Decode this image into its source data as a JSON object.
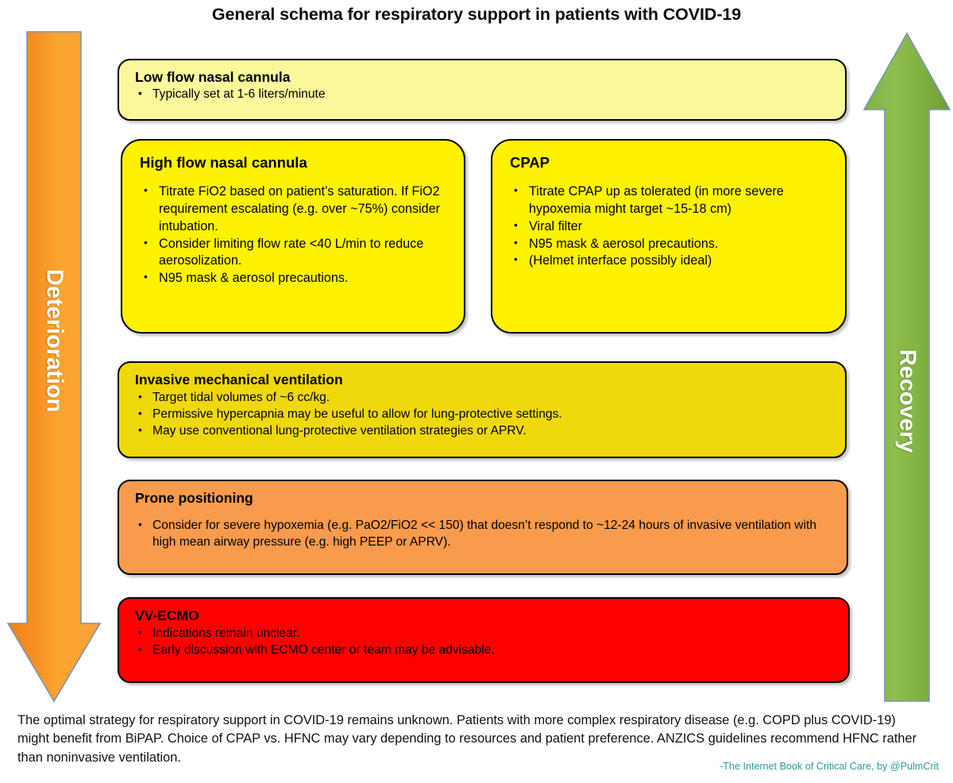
{
  "title": "General schema for respiratory support in patients with COVID-19",
  "arrows": {
    "left": {
      "label": "Deterioration",
      "direction": "down",
      "color_start": "#F6861F",
      "color_end": "#FBB040"
    },
    "right": {
      "label": "Recovery",
      "direction": "up",
      "color_start": "#7DB043",
      "color_end": "#9BC558"
    }
  },
  "boxes": [
    {
      "id": "lfnc",
      "heading": "Low flow nasal cannula",
      "color": "#FBF79B",
      "bullets": [
        "Typically set at 1-6 liters/minute"
      ]
    },
    {
      "id": "hfnc",
      "heading": "High flow nasal cannula",
      "color": "#FFF200",
      "bullets": [
        "Titrate FiO2 based on patient’s saturation.  If FiO2 requirement escalating (e.g. over ~75%) consider intubation.",
        "Consider limiting flow rate <40 L/min to reduce aerosolization.",
        "N95 mask & aerosol precautions."
      ]
    },
    {
      "id": "cpap",
      "heading": "CPAP",
      "color": "#FFF200",
      "bullets": [
        "Titrate CPAP up as tolerated (in more severe hypoxemia might target ~15-18 cm)",
        "Viral filter",
        "N95 mask & aerosol precautions.",
        "(Helmet interface possibly ideal)"
      ]
    },
    {
      "id": "imv",
      "heading": "Invasive mechanical ventilation",
      "color": "#EFD80B",
      "bullets": [
        "Target tidal volumes of ~6 cc/kg.",
        "Permissive hypercapnia may be useful to allow for lung-protective settings.",
        "May use conventional lung-protective ventilation strategies or APRV."
      ]
    },
    {
      "id": "prone",
      "heading": "Prone positioning",
      "color": "#F89B4C",
      "bullets": [
        "Consider for severe hypoxemia (e.g. PaO2/FiO2 << 150) that doesn’t respond to ~12-24 hours of invasive ventilation with high mean airway pressure (e.g. high PEEP or APRV)."
      ]
    },
    {
      "id": "ecmo",
      "heading": "VV-ECMO",
      "color": "#FF0000",
      "bullets": [
        "Indications remain unclear.",
        "Early discussion with ECMO center or team may be advisable."
      ]
    }
  ],
  "footer": {
    "note": "The optimal strategy for respiratory support in COVID-19 remains unknown.  Patients with more complex respiratory disease (e.g. COPD plus COVID-19) might benefit from BiPAP.  Choice of CPAP vs. HFNC may vary depending to resources and patient preference.  ANZICS guidelines recommend HFNC rather than noninvasive ventilation.",
    "attribution": "-The Internet Book of Critical Care, by @PulmCrit",
    "attribution_color": "#2E9A9A"
  }
}
